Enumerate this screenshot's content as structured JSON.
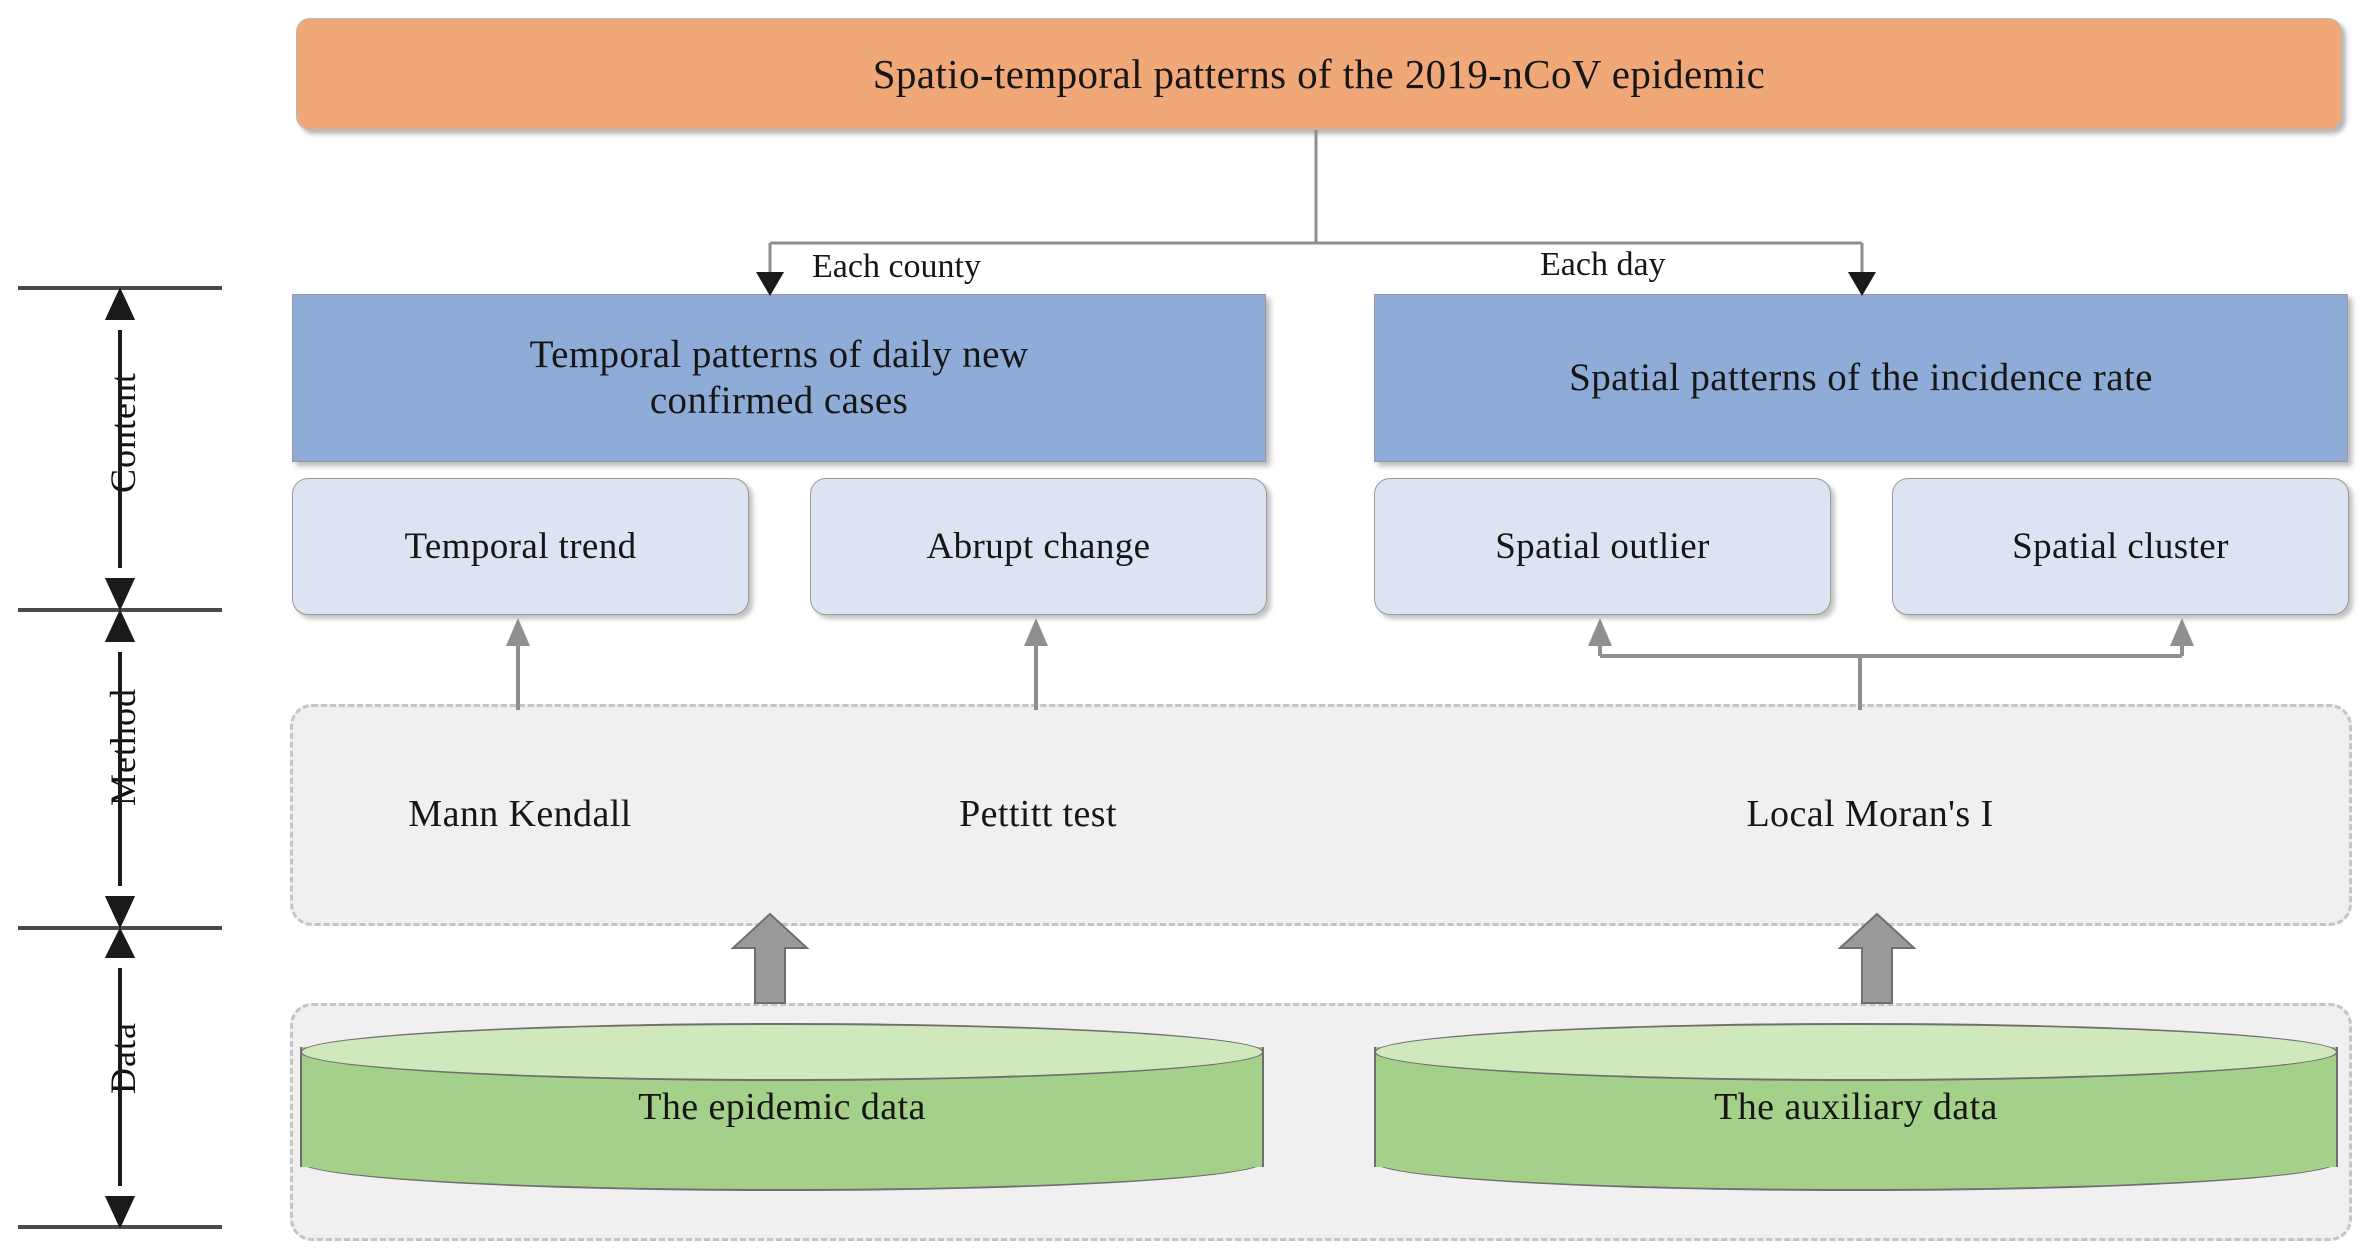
{
  "diagram": {
    "title": "Spatio-temporal patterns of the 2019-nCoV epidemic",
    "edge_labels": {
      "left": "Each county",
      "right": "Each day"
    },
    "content_boxes": [
      {
        "id": "temporal",
        "label": "Temporal patterns of daily new\nconfirmed cases"
      },
      {
        "id": "spatial",
        "label": "Spatial patterns of the incidence rate"
      }
    ],
    "sub_boxes": [
      {
        "id": "temporal-trend",
        "label": "Temporal trend"
      },
      {
        "id": "abrupt-change",
        "label": "Abrupt change"
      },
      {
        "id": "spatial-outlier",
        "label": "Spatial outlier"
      },
      {
        "id": "spatial-cluster",
        "label": "Spatial cluster"
      }
    ],
    "methods": [
      {
        "id": "mann-kendall",
        "label": "Mann Kendall"
      },
      {
        "id": "pettitt-test",
        "label": "Pettitt test"
      },
      {
        "id": "local-morans-i",
        "label": "Local Moran's I"
      }
    ],
    "data_sources": [
      {
        "id": "epidemic-data",
        "label": "The epidemic data"
      },
      {
        "id": "auxiliary-data",
        "label": "The auxiliary data"
      }
    ],
    "layers": [
      {
        "id": "content",
        "label": "Content"
      },
      {
        "id": "method",
        "label": "Method"
      },
      {
        "id": "data",
        "label": "Data"
      }
    ],
    "colors": {
      "title_fill": "#f0a878",
      "content_fill": "#8fabd8",
      "sub_fill": "#dce3f2",
      "method_fill": "#fbe09b",
      "data_fill": "#a5d08a",
      "data_top_fill": "#cfe8bc",
      "band_fill": "#f0f0f0",
      "band_border": "#c4c4c4",
      "connector": "#7f7f7f",
      "text": "#161616"
    }
  }
}
